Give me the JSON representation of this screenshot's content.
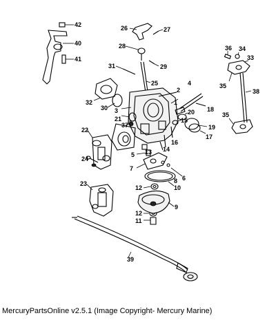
{
  "footer": {
    "caption": "MercuryPartsOnline v2.5.1 (Image Copyright- Mercury Marine)"
  },
  "callouts": {
    "c1": "1",
    "c2": "2",
    "c3": "3",
    "c4": "4",
    "c5": "5",
    "c6": "6",
    "c7": "7",
    "c8": "8",
    "c9": "9",
    "c10": "10",
    "c11": "11",
    "c12a": "12",
    "c12b": "12",
    "c13": "13",
    "c14": "14",
    "c15": "15",
    "c16": "16",
    "c17": "17",
    "c18": "18",
    "c19": "19",
    "c20": "20",
    "c21": "21",
    "c22": "22",
    "c23": "23",
    "c24": "24",
    "c25": "25",
    "c26": "26",
    "c27": "27",
    "c28": "28",
    "c29": "29",
    "c30": "30",
    "c31": "31",
    "c32": "32",
    "c33": "33",
    "c34": "34",
    "c35a": "35",
    "c35b": "35",
    "c36": "36",
    "c37": "37",
    "c38": "38",
    "c39": "39",
    "c40": "40",
    "c41": "41",
    "c42": "42"
  }
}
